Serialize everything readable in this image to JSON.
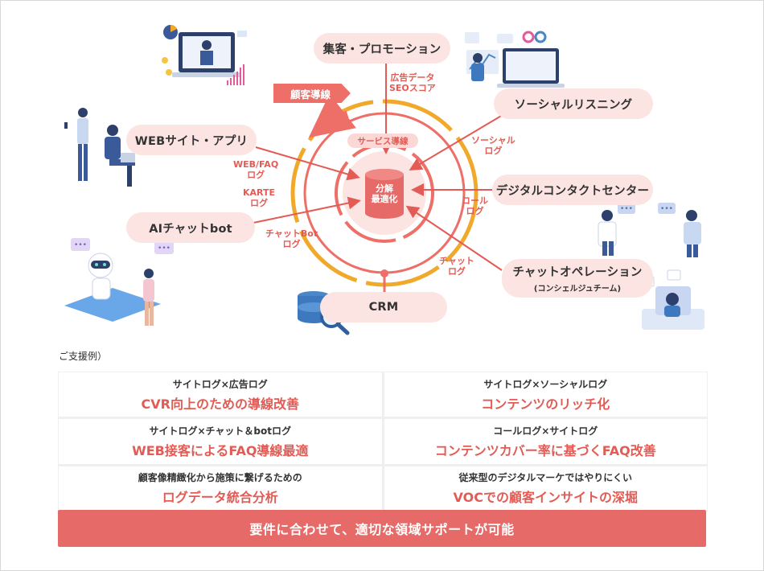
{
  "diagram": {
    "nodes": {
      "promotion": "集客・プロモーション",
      "social": "ソーシャルリスニング",
      "web": "WEBサイト・アプリ",
      "contact": "デジタルコンタクトセンター",
      "ai": "AIチャットbot",
      "chatop": "チャットオペレーション",
      "chatop_sub": "(コンシェルジュチーム)",
      "crm": "CRM"
    },
    "flow_labels": {
      "ad_data_1": "広告データ",
      "ad_data_2": "SEOスコア",
      "social_log_1": "ソーシャル",
      "social_log_2": "ログ",
      "web_faq_1": "WEB/FAQ",
      "web_faq_2": "ログ",
      "karte_1": "KARTE",
      "karte_2": "ログ",
      "call_1": "コール",
      "call_2": "ログ",
      "chatbot_1": "チャットBot",
      "chatbot_2": "ログ",
      "chat_1": "チャット",
      "chat_2": "ログ"
    },
    "customer_flow": "顧客導線",
    "service_flow": "サービス導線",
    "core_line1": "分解",
    "core_line2": "最適化"
  },
  "support": {
    "label": "ご支援例）",
    "items": [
      {
        "category": "サイトログ×広告ログ",
        "title": "CVR向上のための導線改善"
      },
      {
        "category": "サイトログ×ソーシャルログ",
        "title": "コンテンツのリッチ化"
      },
      {
        "category": "サイトログ×チャット＆botログ",
        "title": "WEB接客によるFAQ導線最適"
      },
      {
        "category": "コールログ×サイトログ",
        "title": "コンテンツカバー率に基づくFAQ改善"
      },
      {
        "category": "顧客像精緻化から施策に繋げるための",
        "title": "ログデータ統合分析"
      },
      {
        "category": "従来型のデジタルマーケではやりにくい",
        "title": "VOCでの顧客インサイトの深堀"
      }
    ],
    "banner": "要件に合わせて、適切な領域サポートが可能"
  },
  "colors": {
    "accent": "#e35b55",
    "node_bg": "#fbe4e2",
    "ring_orange": "#f0a92a",
    "banner": "#e66b68"
  }
}
